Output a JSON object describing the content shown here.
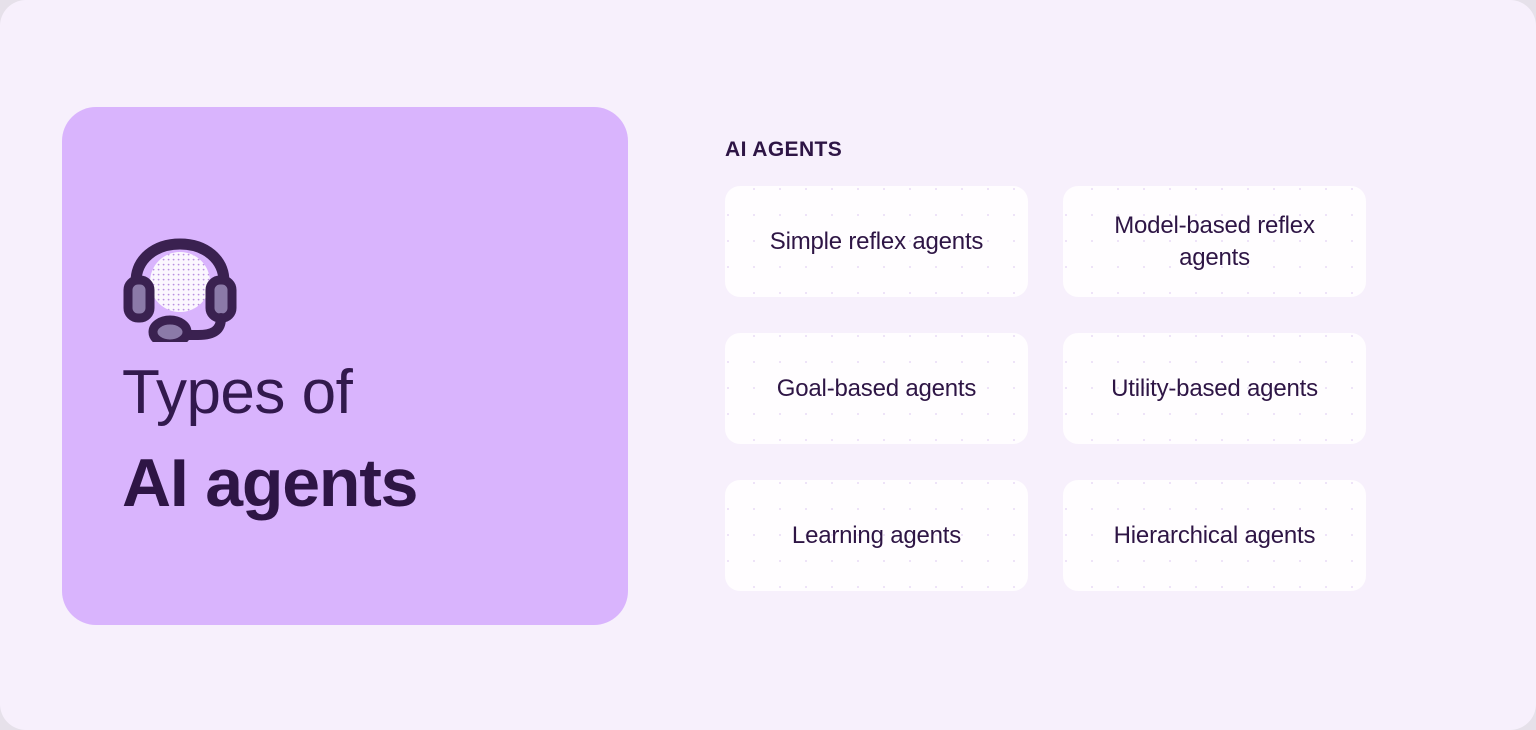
{
  "theme": {
    "page_background": "#f7f0fc",
    "outer_background": "#e6e1ea",
    "panel_purple": "#d9b4fd",
    "card_white": "#ffffff",
    "text_dark_purple": "#2e1545",
    "icon_outline": "#3a2150",
    "icon_accent": "#8b7aa8"
  },
  "hero": {
    "icon": "headset-icon",
    "title_line1": "Types of",
    "title_line2": "AI agents"
  },
  "agents": {
    "section_label": "AI AGENTS",
    "cards": [
      {
        "label": "Simple reflex agents"
      },
      {
        "label": "Model-based reflex agents"
      },
      {
        "label": "Goal-based agents"
      },
      {
        "label": "Utility-based agents"
      },
      {
        "label": "Learning agents"
      },
      {
        "label": "Hierarchical agents"
      }
    ]
  }
}
